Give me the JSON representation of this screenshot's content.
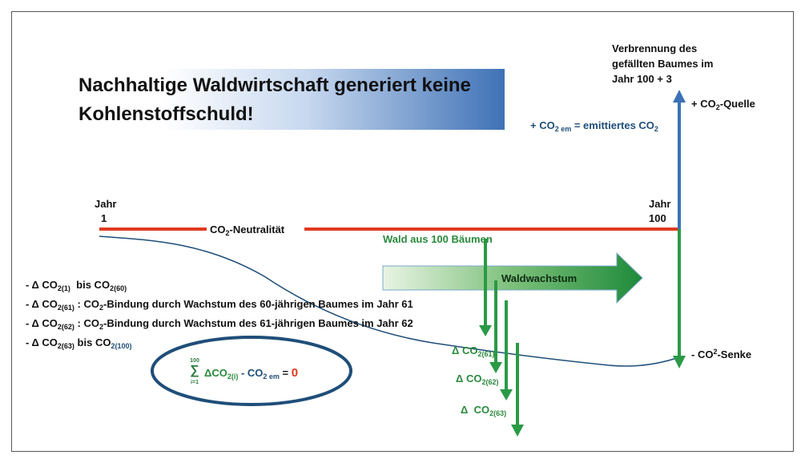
{
  "title": "Nachhaltige Waldwirtschaft generiert keine Kohlenstoffschuld!",
  "year_start": {
    "label": "Jahr",
    "value": "1"
  },
  "year_end": {
    "label": "Jahr",
    "value": "100"
  },
  "neutral_line": {
    "prefix": "CO",
    "sub": "2",
    "suffix": "-Neutralität"
  },
  "burn_note": [
    "Verbrennung des",
    "gefällten Baumes im",
    "Jahr 100 + 3"
  ],
  "source": {
    "prefix": "+ CO",
    "sub": "2",
    "suffix": "-Quelle"
  },
  "emitted": {
    "prefix": "+ CO",
    "sub": "2 em",
    "suffix": " = emittiertes CO",
    "sub2": "2"
  },
  "sink": {
    "prefix": "- CO",
    "sup": "2",
    "suffix": "-Senke"
  },
  "forest_label": "Wald aus 100 Bäumen",
  "growth_label": "Waldwachstum",
  "legend": [
    {
      "a": "- Δ CO",
      "a_sub": "2(1)",
      "b": "  bis CO",
      "b_sub": "2(60)",
      "c": ""
    },
    {
      "a": "- Δ CO",
      "a_sub": "2(61)",
      "b": " : CO",
      "b_sub": "2",
      "c": "-Bindung durch Wachstum des 60-jährigen Baumes im Jahr 61"
    },
    {
      "a": "- Δ CO",
      "a_sub": "2(62)",
      "b": " : CO",
      "b_sub": "2",
      "c": "-Bindung durch Wachstum des 61-jährigen Baumes im Jahr 62"
    },
    {
      "a": "- Δ CO",
      "a_sub": "2(63)",
      "b": " bis CO",
      "b_sub": "2(100)",
      "c": ""
    }
  ],
  "formula": {
    "sum": "∑",
    "upper": "100",
    "lower": "i=1",
    "term1": "ΔCO",
    "term1_sub": "2(i)",
    "minus": " - CO",
    "term2_sub": "2 em",
    "eq": " = ",
    "result": "0"
  },
  "deltas": [
    {
      "prefix": "Δ CO",
      "sub": "2(61)"
    },
    {
      "prefix": "Δ CO",
      "sub": "2(62)"
    },
    {
      "prefix": "Δ  CO",
      "sub": "2(63)"
    }
  ],
  "colors": {
    "red_line": "#e03a1e",
    "blue": "#3a72b5",
    "green": "#2a9a45",
    "navy": "#1f4e79",
    "result_red": "#e03a1e"
  }
}
